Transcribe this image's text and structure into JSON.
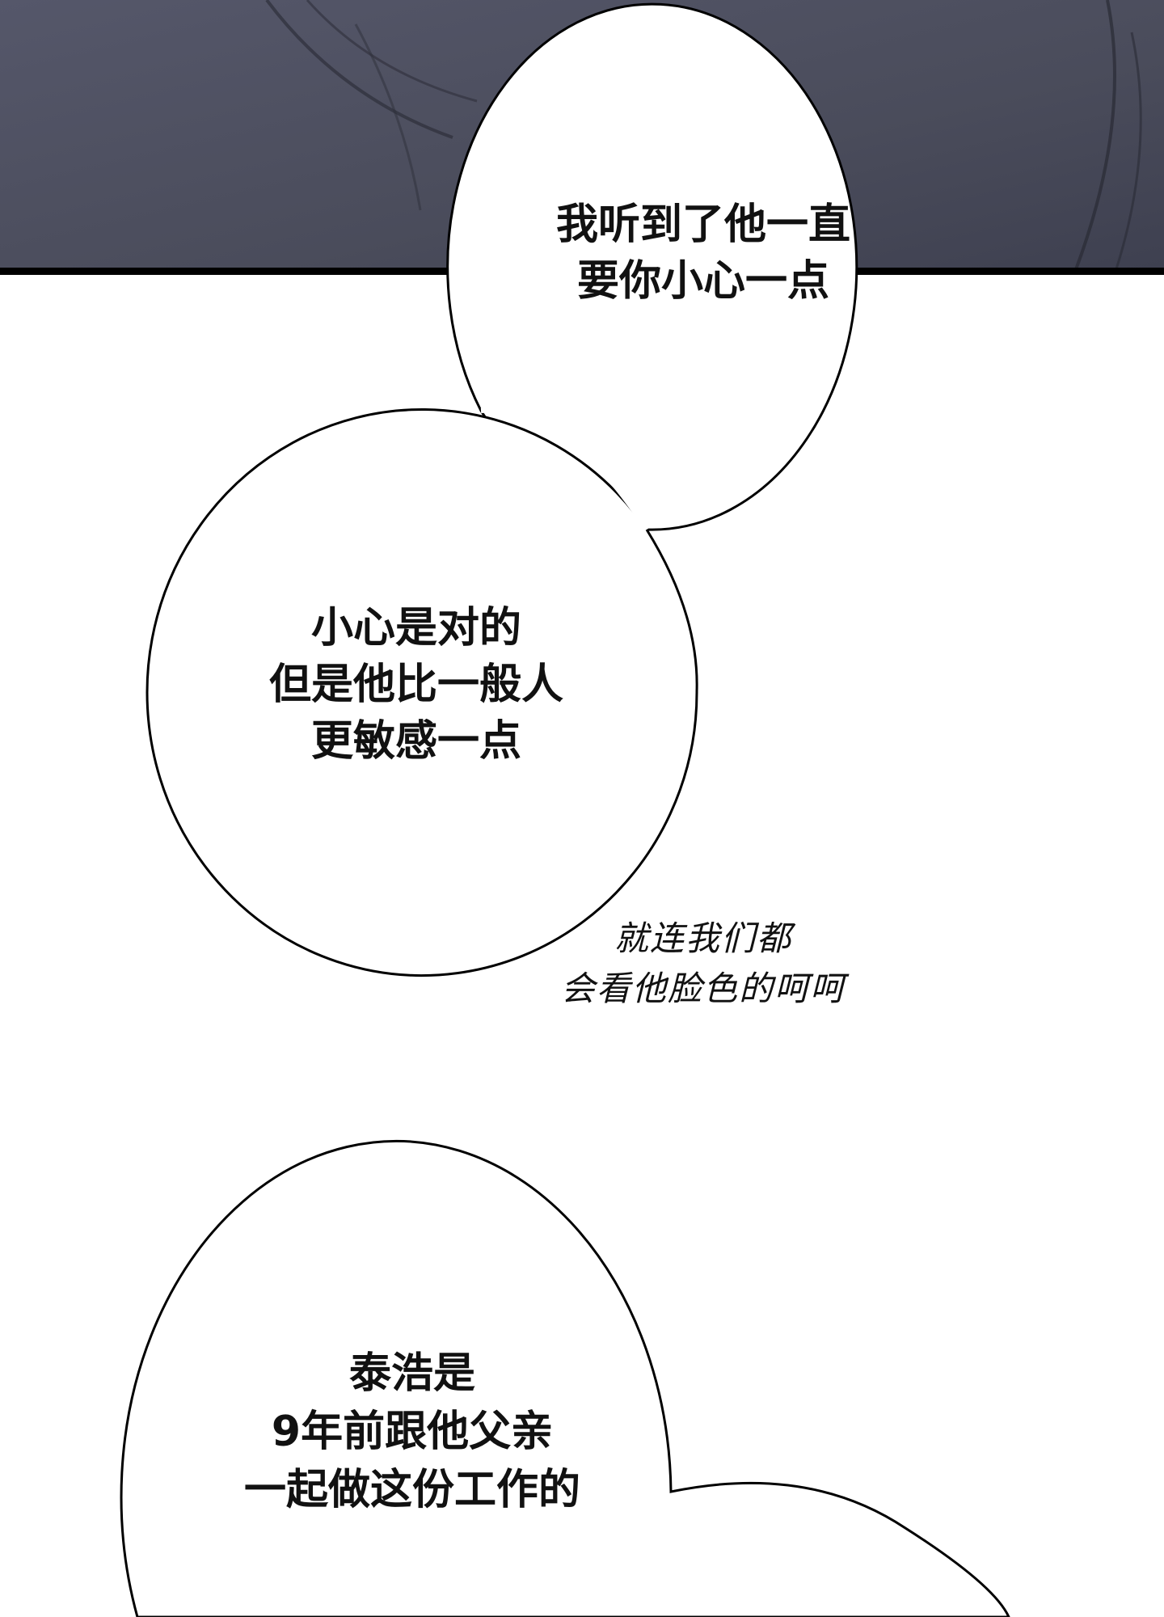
{
  "colors": {
    "panel_dark": "#4d4f5e",
    "panel_border": "#000000",
    "bubble_fill": "#ffffff",
    "bubble_stroke": "#000000",
    "text": "#111111"
  },
  "bubbles": [
    {
      "lines": [
        "我听到了他一直",
        "要你小心一点"
      ]
    },
    {
      "lines": [
        "小心是对的",
        "但是他比一般人",
        "更敏感一点"
      ]
    },
    {
      "lines": [
        "泰浩是",
        "9年前跟他父亲",
        "一起做这份工作的"
      ]
    }
  ],
  "aside": {
    "lines": [
      "就连我们都",
      "会看他脸色的呵呵"
    ]
  }
}
